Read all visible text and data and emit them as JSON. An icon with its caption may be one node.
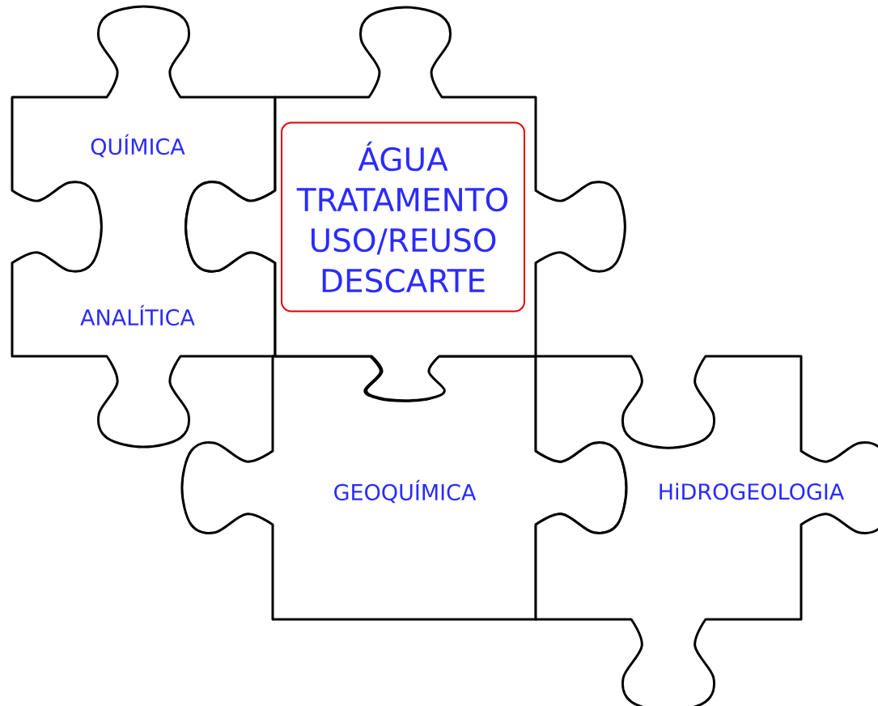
{
  "diagram": {
    "nodes": [
      {
        "text": [
          "QUÍMICA",
          "ANALÍTICA"
        ]
      },
      {
        "text": [],
        "shape": "puzzle"
      },
      {
        "text": [
          "ÁGUA",
          "TRATAMENTO",
          "USO/REUSO",
          "DESCARTE"
        ],
        "in": 1
      },
      {
        "text": [
          "GEOQUÍMICA"
        ]
      },
      {
        "text": [
          "HiDROGEOLOGIA"
        ]
      }
    ]
  }
}
